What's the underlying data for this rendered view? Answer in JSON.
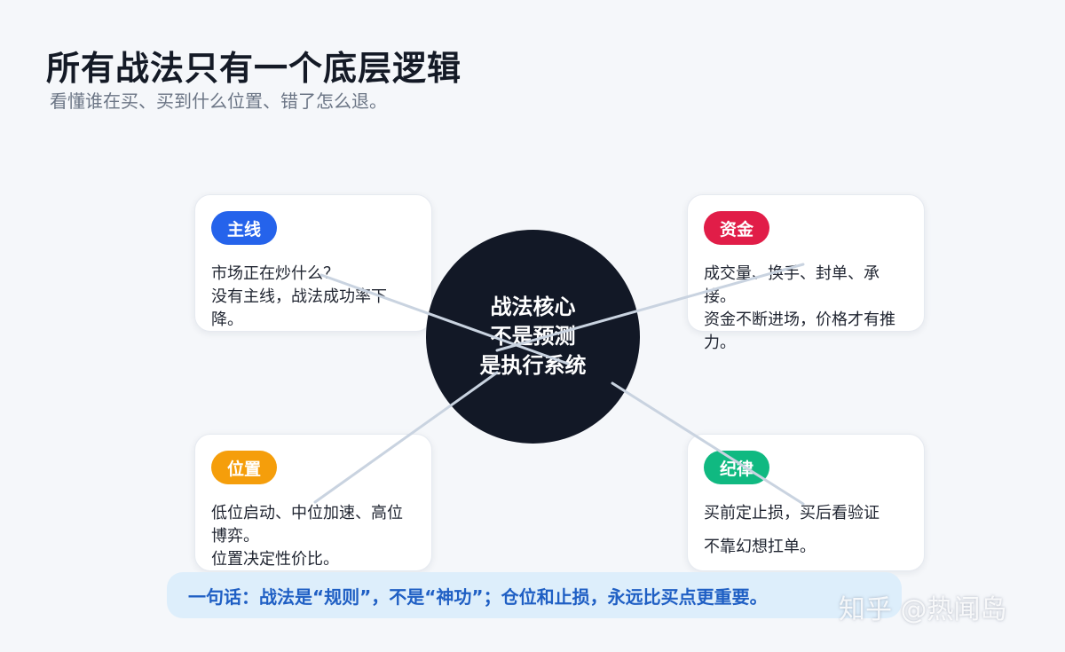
{
  "header": {
    "title": "所有战法只有一个底层逻辑",
    "subtitle": "看懂谁在买、买到什么位置、错了怎么退。"
  },
  "center": {
    "lines": [
      "战法核心",
      "不是预测",
      "是执行系统"
    ]
  },
  "cards": {
    "main_line": {
      "label": "主线",
      "color": "#2563eb",
      "lines": [
        "市场正在炒什么？",
        "没有主线，战法成功率下降。"
      ]
    },
    "capital": {
      "label": "资金",
      "color": "#e11d48",
      "lines": [
        "成交量、换手、封单、承接。",
        "资金不断进场，价格才有推力。"
      ]
    },
    "position": {
      "label": "位置",
      "color": "#f59e0b",
      "lines": [
        "低位启动、中位加速、高位博弈。",
        "位置决定性价比。"
      ]
    },
    "discipline": {
      "label": "纪律",
      "color": "#10b981",
      "lines": [
        "买前定止损，买后看验证",
        "不靠幻想扛单。"
      ]
    }
  },
  "summary": "一句话：战法是“规则”，不是“神功”；仓位和止损，永远比买点更重要。",
  "watermark": "知乎 @热闻岛"
}
